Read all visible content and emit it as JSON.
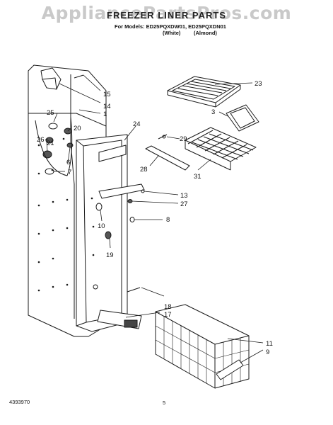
{
  "watermark": "AppliancePartsPros.com",
  "header": {
    "title": "FREEZER LINER PARTS",
    "models": "For Models: ED25PQXDW01, ED25PQXDN01",
    "color_white": "(White)",
    "color_almond": "(Almond)"
  },
  "parts": {
    "p1": "1",
    "p3": "3",
    "p6": "6",
    "p7": "7",
    "p8": "8",
    "p9": "9",
    "p10": "10",
    "p11": "11",
    "p13": "13",
    "p14": "14",
    "p15": "15",
    "p17": "17",
    "p18": "18",
    "p19": "19",
    "p20": "20",
    "p21": "21",
    "p23": "23",
    "p24": "24",
    "p25": "25",
    "p26": "26",
    "p27": "27",
    "p28": "28",
    "p29": "29",
    "p31": "31"
  },
  "footer": {
    "doc_number": "4393970",
    "page_number": "5"
  }
}
